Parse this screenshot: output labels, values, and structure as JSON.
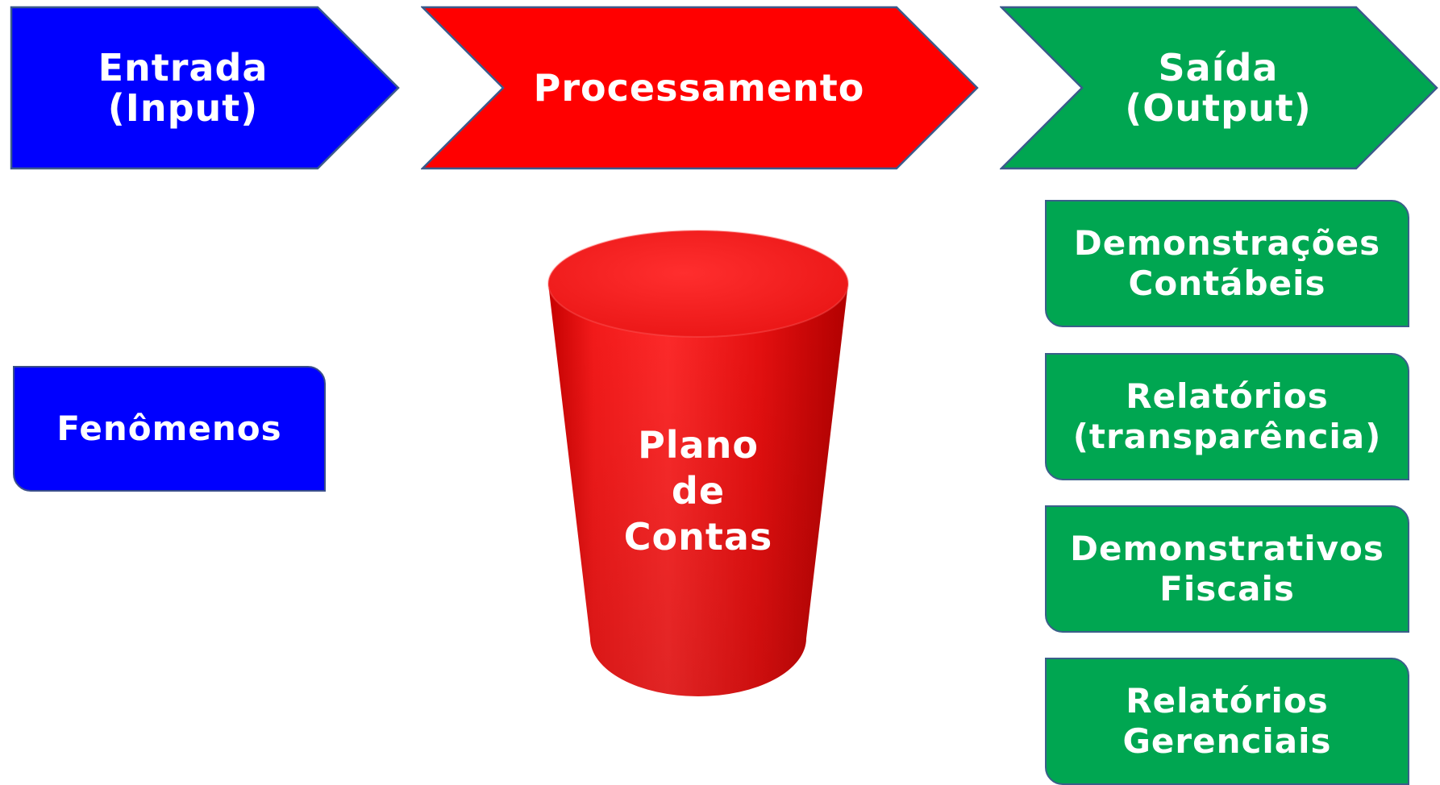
{
  "stages": {
    "input": {
      "label": "Entrada\n(Input)",
      "color": "#0000ff"
    },
    "processing": {
      "label": "Processamento",
      "color": "#ff0000"
    },
    "output": {
      "label": "Saída\n(Output)",
      "color": "#00a651"
    }
  },
  "input_box": {
    "label": "Fenômenos"
  },
  "processing_cylinder": {
    "label": "Plano\nde\nContas"
  },
  "output_boxes": [
    {
      "label": "Demonstrações\nContábeis"
    },
    {
      "label": "Relatórios\n(transparência)"
    },
    {
      "label": "Demonstrativos\nFiscais"
    },
    {
      "label": "Relatórios\nGerenciais"
    }
  ],
  "colors": {
    "stroke": "#3b5a8c"
  }
}
